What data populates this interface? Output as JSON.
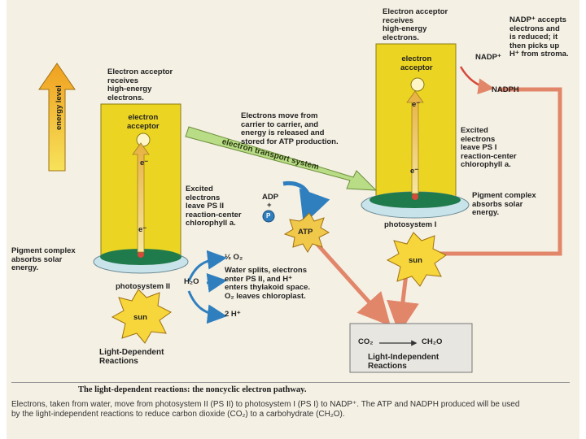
{
  "labels": {
    "energy_level": "energy level",
    "acceptor_top_note": "Electron acceptor\nreceives\nhigh-energy\nelectrons.",
    "acceptor_left_note": "Electron acceptor\nreceives\nhigh-energy\nelectrons.",
    "electron_acceptor_left": "electron\nacceptor",
    "electron_acceptor_right": "electron\nacceptor",
    "electrons_move": "Electrons move from\ncarrier to carrier, and\nenergy is released and\nstored for ATP production.",
    "ets": "electron transport system",
    "nadp_note": "NADP⁺ accepts\nelectrons and\nis reduced; it\nthen picks up\nH⁺ from stroma.",
    "nadp_plus": "NADP⁺",
    "nadph": "NADPH",
    "excited_right": "Excited\nelectrons\nleave PS I\nreaction-center\nchlorophyll a.",
    "excited_left": "Excited\nelectrons\nleave PS II\nreaction-center\nchlorophyll a.",
    "pigment_right": "Pigment complex\nabsorbs solar\nenergy.",
    "pigment_left": "Pigment complex\nabsorbs solar\nenergy.",
    "e_minus": "e⁻",
    "adp": "ADP",
    "plus": "+",
    "p": "P",
    "atp": "ATP",
    "photosystem_one": "photosystem I",
    "photosystem_two": "photosystem II",
    "sun": "sun",
    "half_o2": "½ O₂",
    "water_splits": "Water splits, electrons\nenter PS II, and H⁺\nenters thylakoid space.\nO₂ leaves chloroplast.",
    "h2o": "H₂O",
    "two_h": "2 H⁺",
    "light_dependent": "Light-Dependent\nReactions",
    "co2": "CO₂",
    "ch2o": "CH₂O",
    "light_independent": "Light-Independent\nReactions"
  },
  "caption": {
    "title": "The light-dependent reactions: the noncyclic electron pathway.",
    "body": "Electrons, taken from water, move from photosystem II (PS II) to photosystem I (PS I) to NADP⁺. The ATP and NADPH produced will be used\nby the light-independent reactions to reduce carbon dioxide (CO₂) to a carbohydrate (CH₂O)."
  },
  "colors": {
    "column": "#ecd522",
    "column_edge": "#8a7a10",
    "dish": "#c9e3ea",
    "granule": "#1f7a4c",
    "sun": "#f6d63a",
    "ets_arrow": "#b9dc86",
    "ets_arrow_edge": "#6d8f3c",
    "red_arrow": "#e2866a",
    "blue_arrow": "#2f7fbf",
    "atp": "#f0c84a"
  }
}
